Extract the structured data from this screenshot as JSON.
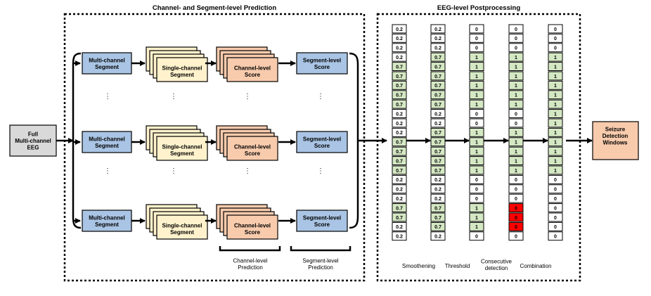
{
  "input_label": "Full Multi-channel EEG",
  "panel_left": {
    "title": "Channel- and Segment-level Prediction",
    "rows": [
      {
        "multi": "Multi-channel Segment",
        "single": "Single-channel Segment",
        "channel_score": "Channel-level Score",
        "segment_score": "Segment-level Score"
      },
      {
        "multi": "Multi-channel Segment",
        "single": "Single-channel Segment",
        "channel_score": "Channel-level Score",
        "segment_score": "Segment-level Score"
      },
      {
        "multi": "Multi-channel Segment",
        "single": "Single-channel Segment",
        "channel_score": "Channel-level Score",
        "segment_score": "Segment-level Score"
      }
    ],
    "ellipsis": "⋮",
    "bracket_labels": [
      "Channel-level Prediction",
      "Segment-level Prediction"
    ]
  },
  "panel_right": {
    "title": "EEG-level Postprocessing",
    "columns": [
      {
        "label": "Smoothening",
        "values": [
          "0.2",
          "0.2",
          "0.2",
          "0.2",
          "0.7",
          "0.7",
          "0.7",
          "0.7",
          "0.7",
          "0.2",
          "0.2",
          "0.2",
          "0.7",
          "0.7",
          "0.7",
          "0.7",
          "0.2",
          "0.2",
          "0.2",
          "0.7",
          "0.7",
          "0.2",
          "0.2"
        ]
      },
      {
        "label": "Threshold",
        "values": [
          "0.2",
          "0.2",
          "0.2",
          "0.7",
          "0.7",
          "0.7",
          "0.7",
          "0.7",
          "0.7",
          "0.2",
          "0.2",
          "0.7",
          "0.7",
          "0.7",
          "0.7",
          "0.7",
          "0.2",
          "0.2",
          "0.2",
          "0.7",
          "0.7",
          "0.7",
          "0.2"
        ]
      },
      {
        "label": "Consecutive detection",
        "values": [
          "0",
          "0",
          "0",
          "1",
          "1",
          "1",
          "1",
          "1",
          "1",
          "0",
          "0",
          "1",
          "1",
          "1",
          "1",
          "1",
          "0",
          "0",
          "0",
          "1",
          "1",
          "1",
          "0"
        ]
      },
      {
        "label": "Combination",
        "values": [
          "0",
          "0",
          "0",
          "1",
          "1",
          "1",
          "1",
          "1",
          "1",
          "0",
          "0",
          "1",
          "1",
          "1",
          "1",
          "1",
          "0",
          "0",
          "0",
          "0",
          "0",
          "0",
          "0"
        ]
      },
      {
        "label": "",
        "values": [
          "0",
          "0",
          "0",
          "1",
          "1",
          "1",
          "1",
          "1",
          "1",
          "1",
          "1",
          "1",
          "1",
          "1",
          "1",
          "1",
          "0",
          "0",
          "0",
          "0",
          "0",
          "0",
          "0"
        ]
      }
    ]
  },
  "output_label": "Seizure Detection Windows",
  "colors": {
    "grey": "#d9d9d9",
    "blue": "#a9c4e4",
    "yellow": "#fff2cc",
    "salmon": "#f8cbad",
    "green": "#d5e8c4",
    "red": "#ff0000"
  }
}
